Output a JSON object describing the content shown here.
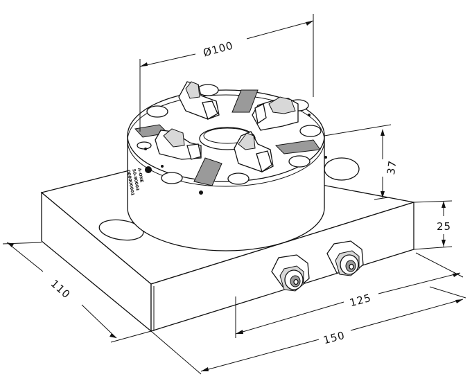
{
  "dimensions": {
    "diameter": "Ø100",
    "height_top": "37",
    "height_base": "25",
    "width": "125",
    "length": "150",
    "depth": "110"
  },
  "marking": {
    "logo": "A-ONE",
    "line1": "50-80003",
    "line2": "000000001"
  }
}
